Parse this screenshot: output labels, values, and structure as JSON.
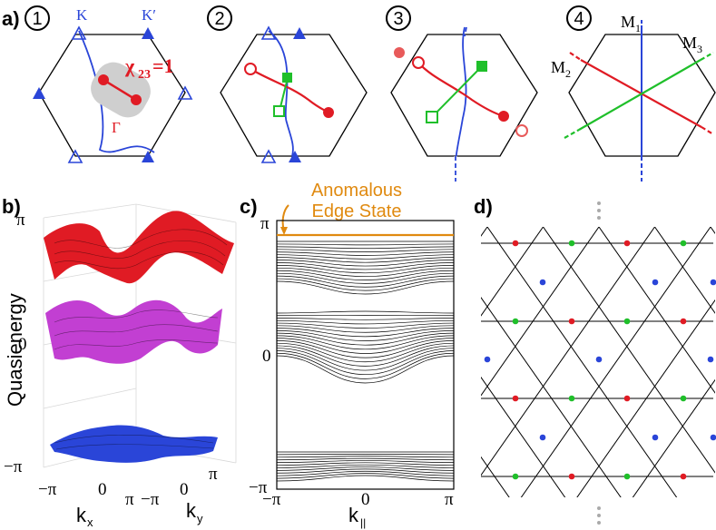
{
  "panel_a": {
    "label": "a)",
    "steps": [
      "1",
      "2",
      "3",
      "4"
    ],
    "K_label": "K",
    "Kp_label": "K′",
    "gamma_label": "Γ",
    "chi_label": "χ",
    "chi_sub": "23",
    "chi_value": "=1",
    "M1": "M",
    "M1_sub": "1",
    "M2": "M",
    "M2_sub": "2",
    "M3": "M",
    "M3_sub": "3"
  },
  "panel_b": {
    "label": "b)",
    "ylabel": "Quasienergy",
    "yticks": [
      "π",
      "0",
      "−π"
    ],
    "kx_ticks": [
      "−π",
      "0",
      "π"
    ],
    "ky_ticks": [
      "−π",
      "0",
      "π"
    ],
    "kx_label": "k",
    "kx_sub": "x",
    "ky_label": "k",
    "ky_sub": "y"
  },
  "panel_c": {
    "label": "c)",
    "annotation_line1": "Anomalous",
    "annotation_line2": "Edge State",
    "yticks": [
      "π",
      "0",
      "−π"
    ],
    "xticks": [
      "−π",
      "0",
      "π"
    ],
    "xlabel": "k",
    "xlabel_sub": "||"
  },
  "panel_d": {
    "label": "d)"
  },
  "colors": {
    "red": "#e01b24",
    "blue": "#2a45d8",
    "green": "#1fbf2a",
    "orange": "#e08a10",
    "pink": "#e85a5a",
    "magenta": "#d030d0"
  }
}
